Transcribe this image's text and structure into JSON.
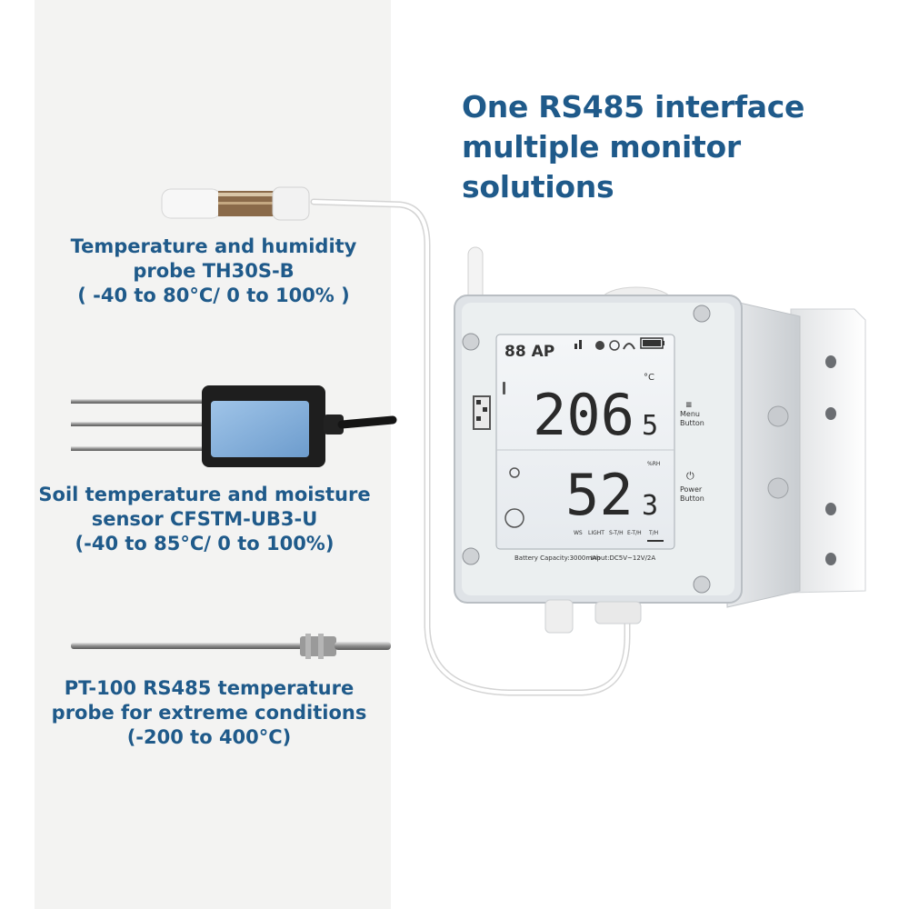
{
  "headline": {
    "line1": "One RS485 interface",
    "line2": "multiple monitor solutions"
  },
  "probes": [
    {
      "line1": "Temperature and humidity",
      "line2": "probe TH30S-B",
      "line3": "( -40 to 80°C/ 0 to 100% )"
    },
    {
      "line1": "Soil temperature and moisture",
      "line2": "sensor CFSTM-UB3-U",
      "line3": "(-40 to 85°C/ 0 to 100%)"
    },
    {
      "line1": "PT-100 RS485 temperature",
      "line2": "probe for extreme conditions",
      "line3": "(-200 to 400°C)"
    }
  ],
  "device": {
    "status_text": "88 AP",
    "reading_top_main": "206",
    "reading_top_decimal": "5",
    "unit_top": "°C",
    "reading_bottom_main": "52",
    "reading_bottom_decimal": "3",
    "unit_bottom": "%RH",
    "menu_label_1": "Menu",
    "menu_label_2": "Button",
    "power_label_1": "Power",
    "power_label_2": "Button",
    "modes": [
      "WS",
      "LIGHT",
      "S-T/H",
      "E-T/H",
      "T/H"
    ],
    "footer_capacity": "Battery Capacity:3000mAh",
    "footer_input": "Input:DC5V~12V/2A"
  }
}
